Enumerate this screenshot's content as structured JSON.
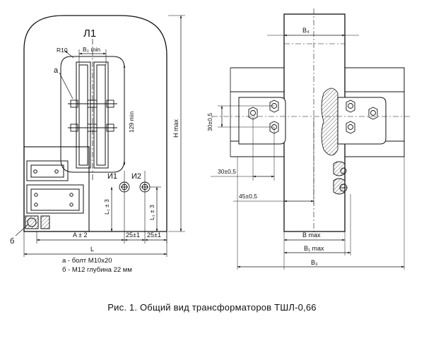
{
  "left_view": {
    "title": "Л1",
    "dim_b2": "B₂ min",
    "dim_r10": "R10",
    "label_a": "а",
    "dim_129": "129 min",
    "dim_h": "H max",
    "terminal_i1": "И1",
    "terminal_i2": "И2",
    "dim_l1_left": "L₁ ± 3",
    "dim_l1_right": "L₁ ± 3",
    "label_b": "б",
    "dim_a": "A ± 2",
    "dim_25_1": "25±1",
    "dim_25_2": "25±1",
    "dim_l": "L"
  },
  "legend": {
    "line1": "а - болт М10х20",
    "line2": "б - М12 глубина 22 мм"
  },
  "right_view": {
    "dim_b4": "B₄",
    "dim_30_05_v": "30±0,5",
    "dim_30_05_h": "30±0,5",
    "dim_45_05": "45±0,5",
    "dim_b_max": "B max",
    "dim_b1_max": "B₁ max",
    "dim_b3": "B₃"
  },
  "caption": "Рис. 1. Общий вид трансформаторов ТШЛ-0,66"
}
